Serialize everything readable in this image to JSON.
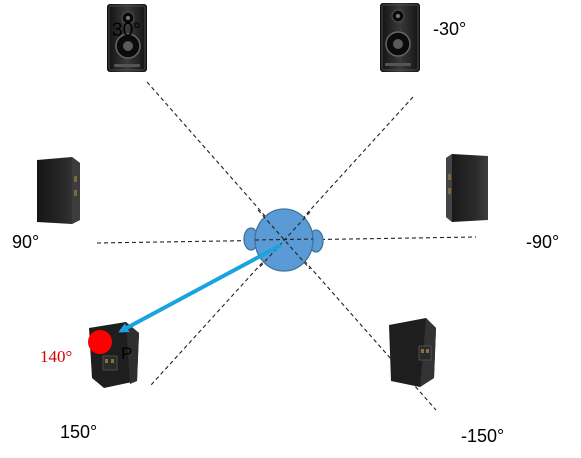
{
  "labels": {
    "front_left": "30°",
    "front_right": "-30°",
    "side_left": "90°",
    "side_right": "-90°",
    "rear_left": "150°",
    "rear_right": "-150°",
    "source_angle": "140°",
    "speaker_tag": "P"
  },
  "colors": {
    "line": "#222222",
    "head_fill": "#5b9bd5",
    "head_stroke": "#41719c",
    "arrow": "#1aa3e0",
    "source_dot": "#ff0000",
    "source_label": "#d40000",
    "speaker_body": "#1e1e1e"
  }
}
